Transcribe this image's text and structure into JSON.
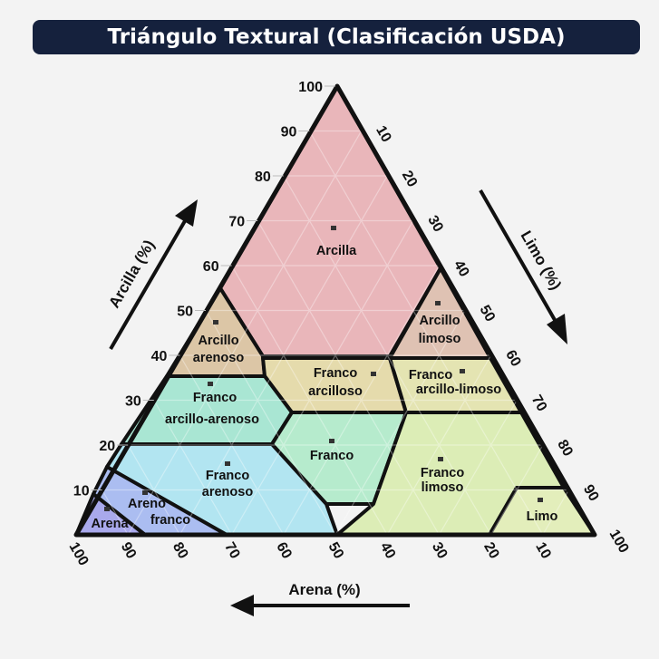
{
  "title": "Triángulo Textural (Clasificación USDA)",
  "axes": {
    "clay_label": "Arcilla (%)",
    "silt_label": "Limo (%)",
    "sand_label": "Arena (%)",
    "clay_ticks": [
      "10",
      "20",
      "30",
      "40",
      "50",
      "60",
      "70",
      "80",
      "90",
      "100"
    ],
    "silt_ticks": [
      "10",
      "20",
      "30",
      "40",
      "50",
      "60",
      "70",
      "80",
      "90",
      "100"
    ],
    "sand_ticks": [
      "100",
      "90",
      "80",
      "70",
      "60",
      "50",
      "40",
      "30",
      "20",
      "10"
    ]
  },
  "regions": {
    "arcilla": {
      "l1": "Arcilla",
      "color": "#e9b6ba"
    },
    "arcillo_arenoso": {
      "l1": "Arcillo",
      "l2": "arenoso",
      "color": "#dcc6a6"
    },
    "arcillo_limoso": {
      "l1": "Arcillo",
      "l2": "limoso",
      "color": "#dfc2b3"
    },
    "franco_arcilloso": {
      "l1": "Franco",
      "l2": "arcilloso",
      "color": "#e5dbac"
    },
    "franco_arcillo_limoso": {
      "l1": "Franco",
      "l2": "arcillo-limoso",
      "color": "#e4e4b2"
    },
    "franco_arcillo_arenoso": {
      "l1": "Franco",
      "l2": "arcillo-arenoso",
      "color": "#a9e6d3"
    },
    "franco": {
      "l1": "Franco",
      "color": "#b6ebcd"
    },
    "franco_arenoso": {
      "l1": "Franco",
      "l2": "arenoso",
      "color": "#b2e5f1"
    },
    "areno_franco": {
      "l1": "Areno",
      "l2": "franco",
      "color": "#abbdf1"
    },
    "arena": {
      "l1": "Arena",
      "color": "#a9a9ec"
    },
    "franco_limoso": {
      "l1": "Franco",
      "l2": "limoso",
      "color": "#dcedb6"
    },
    "limo": {
      "l1": "Limo",
      "color": "#e3eebb"
    }
  }
}
